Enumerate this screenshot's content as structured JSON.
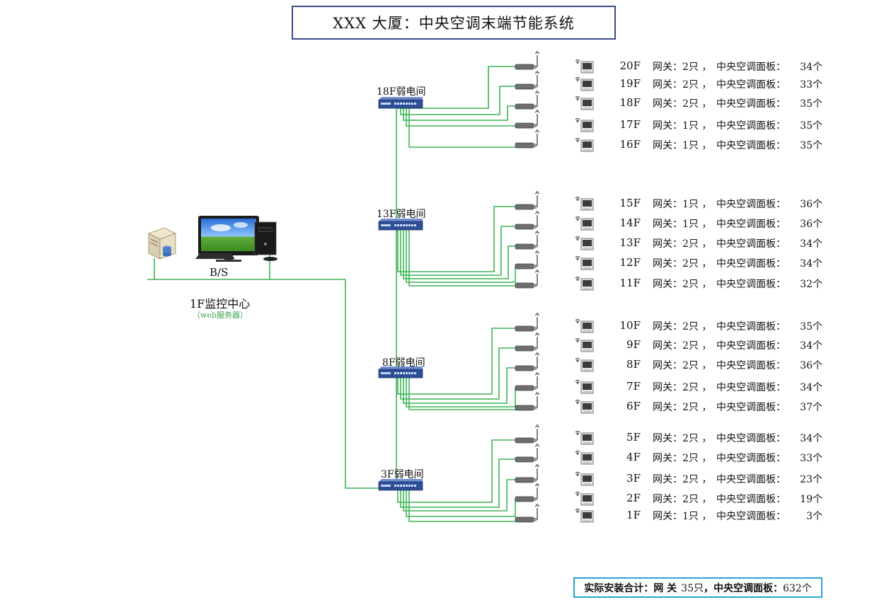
{
  "title": "XXX 大厦：中央空调末端节能系统",
  "monitor_center": {
    "label": "1F监控中心",
    "sub_label": "（web服务器）",
    "bs_label": "B/S"
  },
  "rooms": [
    {
      "floor": "18F",
      "name": "弱电间"
    },
    {
      "floor": "13F",
      "name": "弱电间"
    },
    {
      "floor": "8F",
      "name": "弱电间"
    },
    {
      "floor": "3F",
      "name": "弱电间"
    }
  ],
  "floors": [
    {
      "floor": "20F",
      "gateway": "网关：2只 ，",
      "panel_label": "中央空调面板：",
      "count": "34个"
    },
    {
      "floor": "19F",
      "gateway": "网关：2只 ，",
      "panel_label": "中央空调面板：",
      "count": "33个"
    },
    {
      "floor": "18F",
      "gateway": "网关：2只 ，",
      "panel_label": "中央空调面板：",
      "count": "35个"
    },
    {
      "floor": "17F",
      "gateway": "网关：1只 ，",
      "panel_label": "中央空调面板：",
      "count": "35个"
    },
    {
      "floor": "16F",
      "gateway": "网关：1只 ，",
      "panel_label": "中央空调面板：",
      "count": "35个"
    },
    {
      "floor": "15F",
      "gateway": "网关：1只 ，",
      "panel_label": "中央空调面板：",
      "count": "36个"
    },
    {
      "floor": "14F",
      "gateway": "网关：1只 ，",
      "panel_label": "中央空调面板：",
      "count": "36个"
    },
    {
      "floor": "13F",
      "gateway": "网关：2只 ，",
      "panel_label": "中央空调面板：",
      "count": "34个"
    },
    {
      "floor": "12F",
      "gateway": "网关：2只 ，",
      "panel_label": "中央空调面板：",
      "count": "34个"
    },
    {
      "floor": "11F",
      "gateway": "网关：2只 ，",
      "panel_label": "中央空调面板：",
      "count": "32个"
    },
    {
      "floor": "10F",
      "gateway": "网关：2只 ，",
      "panel_label": "中央空调面板：",
      "count": "35个"
    },
    {
      "floor": "9F",
      "gateway": "网关：2只 ，",
      "panel_label": "中央空调面板：",
      "count": "34个"
    },
    {
      "floor": "8F",
      "gateway": "网关：2只 ，",
      "panel_label": "中央空调面板：",
      "count": "36个"
    },
    {
      "floor": "7F",
      "gateway": "网关：2只 ，",
      "panel_label": "中央空调面板：",
      "count": "34个"
    },
    {
      "floor": "6F",
      "gateway": "网关：2只 ，",
      "panel_label": "中央空调面板：",
      "count": "37个"
    },
    {
      "floor": "5F",
      "gateway": "网关：2只 ，",
      "panel_label": "中央空调面板：",
      "count": "34个"
    },
    {
      "floor": "4F",
      "gateway": "网关：2只 ，",
      "panel_label": "中央空调面板：",
      "count": "33个"
    },
    {
      "floor": "3F",
      "gateway": "网关：2只 ，",
      "panel_label": "中央空调面板：",
      "count": "23个"
    },
    {
      "floor": "2F",
      "gateway": "网关：2只 ，",
      "panel_label": "中央空调面板：",
      "count": "19个"
    },
    {
      "floor": "1F",
      "gateway": "网关：1只 ，",
      "panel_label": "中央空调面板：",
      "count": "3个"
    }
  ],
  "total": {
    "prefix": "实际安装合计：",
    "gateway_label": "网 关",
    "gateway_count": "35只",
    "sep": "，",
    "panel_label": "中央空调面板：",
    "panel_count": "632个"
  },
  "colors": {
    "wire": "#3cb455",
    "switch": "#2e4f95",
    "title_border": "#3a4a8a",
    "total_border": "#29a3d6"
  },
  "icons": [
    "server-icon",
    "desktop-computer-icon",
    "network-switch-icon",
    "wireless-gateway-icon",
    "ac-panel-icon"
  ]
}
